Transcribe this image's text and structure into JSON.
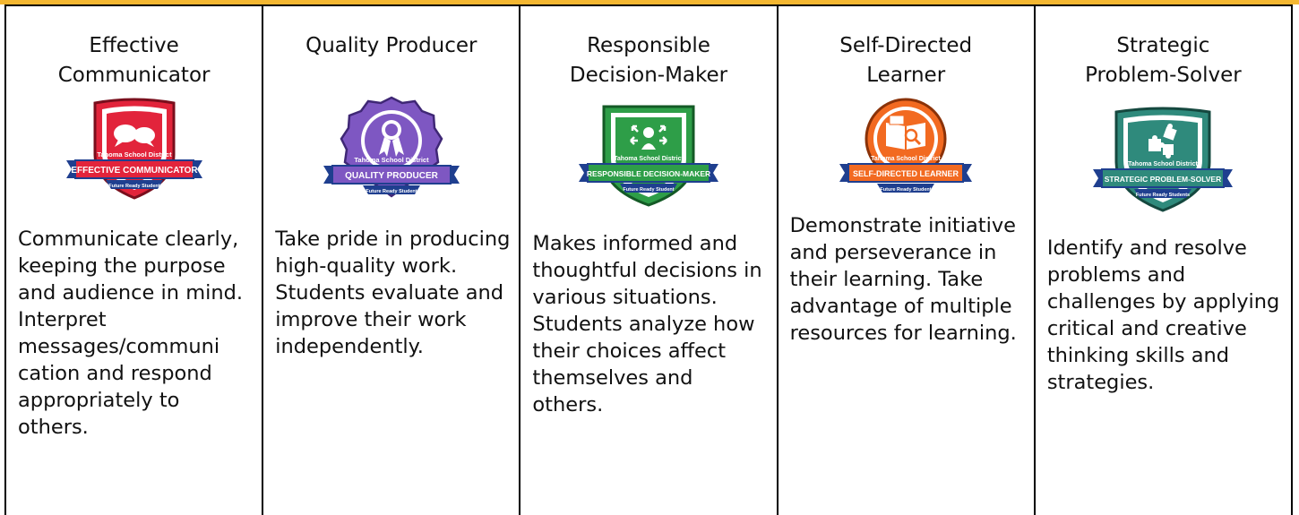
{
  "accent_color": "#f4b731",
  "columns": [
    {
      "title": "Effective\nCommunicator",
      "badge": {
        "icon": "speech-bubbles-icon",
        "district": "Tahoma School District",
        "ribbon": "EFFECTIVE COMMUNICATOR",
        "footer": "Future Ready Student",
        "color": "#e2243b"
      },
      "description": "Communicate clearly, keeping the purpose and audience in mind. Interpret messages/communi cation and respond appropriately to others."
    },
    {
      "title": "Quality Producer",
      "badge": {
        "icon": "award-ribbon-icon",
        "district": "Tahoma School District",
        "ribbon": "QUALITY PRODUCER",
        "footer": "Future Ready Student",
        "color": "#7e57c2"
      },
      "description": "Take pride in producing high-quality work. Students evaluate and improve their work independently."
    },
    {
      "title": "Responsible\nDecision-Maker",
      "badge": {
        "icon": "decision-arrows-icon",
        "district": "Tahoma School District",
        "ribbon": "RESPONSIBLE DECISION-MAKER",
        "footer": "Future Ready Student",
        "color": "#2e9e48"
      },
      "description": "Makes informed and thoughtful decisions in various situations. Students analyze how their choices affect themselves and others."
    },
    {
      "title": "Self-Directed\nLearner",
      "badge": {
        "icon": "open-book-icon",
        "district": "Tahoma School District",
        "ribbon": "SELF-DIRECTED LEARNER",
        "footer": "Future Ready Student",
        "color": "#f26a21"
      },
      "description": "Demonstrate initiative and perseverance in their learning. Take advantage of multiple resources for learning."
    },
    {
      "title": "Strategic\nProblem-Solver",
      "badge": {
        "icon": "puzzle-pieces-icon",
        "district": "Tahoma School District",
        "ribbon": "STRATEGIC PROBLEM-SOLVER",
        "footer": "Future Ready Students",
        "color": "#2f8a7c"
      },
      "description": "Identify and resolve problems and challenges by applying critical and creative thinking skills and strategies."
    }
  ]
}
